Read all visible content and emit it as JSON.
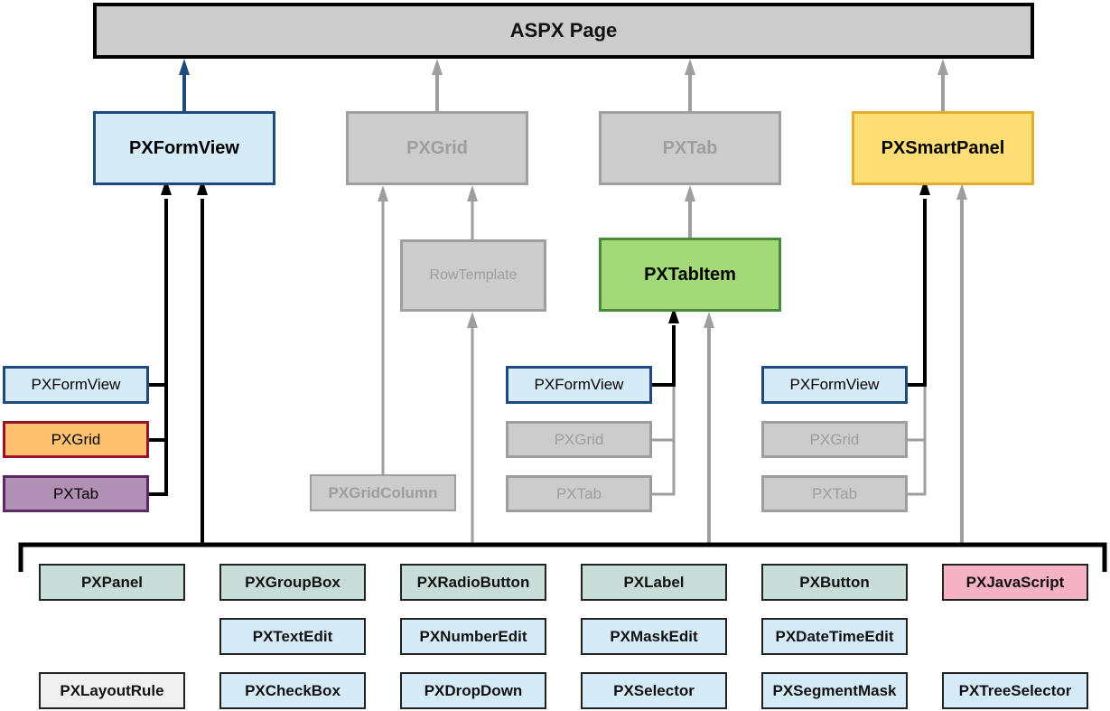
{
  "diagram": {
    "root": {
      "label": "ASPX Page"
    },
    "containers": [
      {
        "id": "formview",
        "label": "PXFormView",
        "style": "blue"
      },
      {
        "id": "grid",
        "label": "PXGrid",
        "style": "gray"
      },
      {
        "id": "tab",
        "label": "PXTab",
        "style": "gray"
      },
      {
        "id": "smartpanel",
        "label": "PXSmartPanel",
        "style": "yellow"
      }
    ],
    "row_template": {
      "label": "RowTemplate"
    },
    "tab_item": {
      "label": "PXTabItem"
    },
    "grid_column": {
      "label": "PXGridColumn"
    },
    "formview_children": [
      {
        "label": "PXFormView",
        "style": "blue"
      },
      {
        "label": "PXGrid",
        "style": "orange"
      },
      {
        "label": "PXTab",
        "style": "purple"
      }
    ],
    "tabitem_children": [
      {
        "label": "PXFormView",
        "style": "blue"
      },
      {
        "label": "PXGrid",
        "style": "gray"
      },
      {
        "label": "PXTab",
        "style": "gray"
      }
    ],
    "smartpanel_children": [
      {
        "label": "PXFormView",
        "style": "blue"
      },
      {
        "label": "PXGrid",
        "style": "gray"
      },
      {
        "label": "PXTab",
        "style": "gray"
      }
    ],
    "controls": [
      [
        {
          "label": "PXPanel",
          "style": "sage"
        },
        {
          "label": "PXGroupBox",
          "style": "sage"
        },
        {
          "label": "PXRadioButton",
          "style": "sage"
        },
        {
          "label": "PXLabel",
          "style": "sage"
        },
        {
          "label": "PXButton",
          "style": "sage"
        },
        {
          "label": "PXJavaScript",
          "style": "pink"
        }
      ],
      [
        null,
        {
          "label": "PXTextEdit",
          "style": "lightblue"
        },
        {
          "label": "PXNumberEdit",
          "style": "lightblue"
        },
        {
          "label": "PXMaskEdit",
          "style": "lightblue"
        },
        {
          "label": "PXDateTimeEdit",
          "style": "lightblue"
        },
        null
      ],
      [
        {
          "label": "PXLayoutRule",
          "style": "white"
        },
        {
          "label": "PXCheckBox",
          "style": "lightblue"
        },
        {
          "label": "PXDropDown",
          "style": "lightblue"
        },
        {
          "label": "PXSelector",
          "style": "lightblue"
        },
        {
          "label": "PXSegmentMask",
          "style": "lightblue"
        },
        {
          "label": "PXTreeSelector",
          "style": "lightblue"
        }
      ]
    ],
    "colors": {
      "blue_edge": "#1e4a7f",
      "black_edge": "#000000",
      "gray_edge": "#9e9e9e"
    }
  }
}
